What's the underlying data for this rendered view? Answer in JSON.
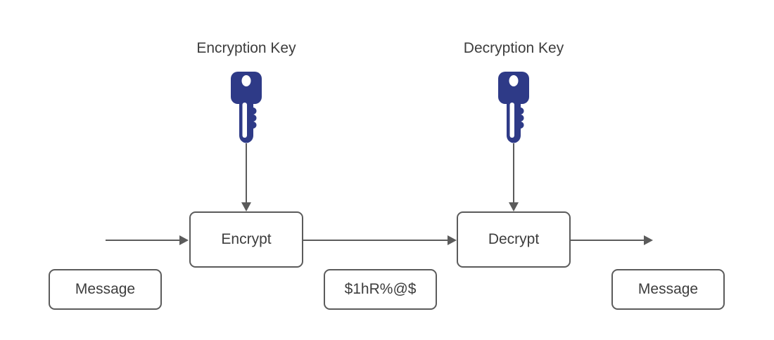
{
  "diagram": {
    "type": "encryption-flow",
    "labels": {
      "encryption_key": "Encryption Key",
      "decryption_key": "Decryption Key"
    },
    "nodes": {
      "encrypt": "Encrypt",
      "decrypt": "Decrypt",
      "message_in": "Message",
      "ciphertext": "$1hR%@$",
      "message_out": "Message"
    },
    "icons": {
      "encryption_key": "key-icon",
      "decryption_key": "key-icon"
    },
    "colors": {
      "key_fill": "#2e3a87",
      "line": "#5b5b5b",
      "text": "#3d3d3d",
      "node_fill": "#ffffff",
      "background": "#ffffff"
    }
  }
}
